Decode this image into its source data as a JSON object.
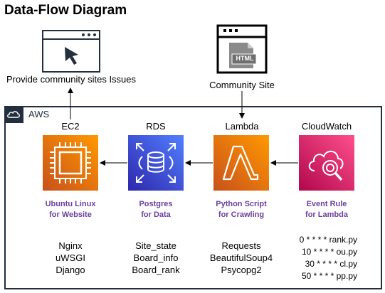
{
  "title": "Data-Flow Diagram",
  "top": {
    "browser_label": "Provide community sites Issues",
    "site_label": "Community Site",
    "html_badge": "HTML"
  },
  "aws": {
    "label": "AWS",
    "services": [
      {
        "name": "EC2",
        "caption": [
          "Ubuntu Linux",
          "for Website"
        ],
        "items": [
          "Nginx",
          "uWSGI",
          "Django"
        ]
      },
      {
        "name": "RDS",
        "caption": [
          "Postgres",
          "for Data"
        ],
        "items": [
          "Site_state",
          "Board_info",
          "Board_rank"
        ]
      },
      {
        "name": "Lambda",
        "caption": [
          "Python Script",
          "for Crawling"
        ],
        "items": [
          "Requests",
          "BeautifulSoup4",
          "Psycopg2"
        ]
      },
      {
        "name": "CloudWatch",
        "caption": [
          "Event Rule",
          "for Lambda"
        ],
        "items": [
          "0 * * * * rank.py",
          "10 * * * * ou.py",
          "30 * * * * cl.py",
          "50 * * * * pp.py"
        ]
      }
    ]
  },
  "colors": {
    "ec2": "#ed7100",
    "rds": "#3b48cc",
    "lambda": "#ed7100",
    "cloudwatch": "#e7157b",
    "aws_border": "#232f3e",
    "caption": "#6b3fa0"
  }
}
